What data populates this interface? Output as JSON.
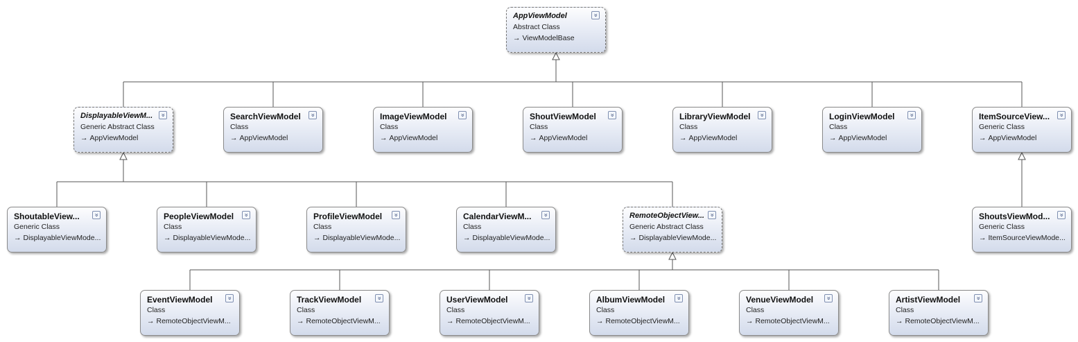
{
  "classes": [
    {
      "id": "app",
      "name": "AppViewModel",
      "kind": "Abstract Class",
      "base": "ViewModelBase",
      "abstract": true,
      "toggle_icon": "chevron-double-down-icon"
    },
    {
      "id": "disp",
      "name": "DisplayableViewM...",
      "kind": "Generic Abstract Class",
      "base": "AppViewModel",
      "abstract": true,
      "toggle_icon": "chevron-double-down-icon"
    },
    {
      "id": "search",
      "name": "SearchViewModel",
      "kind": "Class",
      "base": "AppViewModel",
      "abstract": false,
      "toggle_icon": "chevron-double-down-icon"
    },
    {
      "id": "image",
      "name": "ImageViewModel",
      "kind": "Class",
      "base": "AppViewModel",
      "abstract": false,
      "toggle_icon": "chevron-double-down-icon"
    },
    {
      "id": "shout",
      "name": "ShoutViewModel",
      "kind": "Class",
      "base": "AppViewModel",
      "abstract": false,
      "toggle_icon": "chevron-double-down-icon"
    },
    {
      "id": "library",
      "name": "LibraryViewModel",
      "kind": "Class",
      "base": "AppViewModel",
      "abstract": false,
      "toggle_icon": "chevron-double-down-icon"
    },
    {
      "id": "login",
      "name": "LoginViewModel",
      "kind": "Class",
      "base": "AppViewModel",
      "abstract": false,
      "toggle_icon": "chevron-double-down-icon"
    },
    {
      "id": "itemsrc",
      "name": "ItemSourceView...",
      "kind": "Generic Class",
      "base": "AppViewModel",
      "abstract": false,
      "toggle_icon": "chevron-double-down-icon"
    },
    {
      "id": "shoutable",
      "name": "ShoutableView...",
      "kind": "Generic Class",
      "base": "DisplayableViewMode...",
      "abstract": false,
      "toggle_icon": "chevron-double-down-icon"
    },
    {
      "id": "people",
      "name": "PeopleViewModel",
      "kind": "Class",
      "base": "DisplayableViewMode...",
      "abstract": false,
      "toggle_icon": "chevron-double-down-icon"
    },
    {
      "id": "profile",
      "name": "ProfileViewModel",
      "kind": "Class",
      "base": "DisplayableViewMode...",
      "abstract": false,
      "toggle_icon": "chevron-double-down-icon"
    },
    {
      "id": "calendar",
      "name": "CalendarViewM...",
      "kind": "Class",
      "base": "DisplayableViewMode...",
      "abstract": false,
      "toggle_icon": "chevron-double-down-icon"
    },
    {
      "id": "remote",
      "name": "RemoteObjectView...",
      "kind": "Generic Abstract Class",
      "base": "DisplayableViewMode...",
      "abstract": true,
      "toggle_icon": "chevron-double-down-icon"
    },
    {
      "id": "shouts",
      "name": "ShoutsViewMod...",
      "kind": "Generic Class",
      "base": "ItemSourceViewMode...",
      "abstract": false,
      "toggle_icon": "chevron-double-down-icon"
    },
    {
      "id": "event",
      "name": "EventViewModel",
      "kind": "Class",
      "base": "RemoteObjectViewM...",
      "abstract": false,
      "toggle_icon": "chevron-double-down-icon"
    },
    {
      "id": "track",
      "name": "TrackViewModel",
      "kind": "Class",
      "base": "RemoteObjectViewM...",
      "abstract": false,
      "toggle_icon": "chevron-double-down-icon"
    },
    {
      "id": "user",
      "name": "UserViewModel",
      "kind": "Class",
      "base": "RemoteObjectViewM...",
      "abstract": false,
      "toggle_icon": "chevron-double-down-icon"
    },
    {
      "id": "album",
      "name": "AlbumViewModel",
      "kind": "Class",
      "base": "RemoteObjectViewM...",
      "abstract": false,
      "toggle_icon": "chevron-double-down-icon"
    },
    {
      "id": "venue",
      "name": "VenueViewModel",
      "kind": "Class",
      "base": "RemoteObjectViewM...",
      "abstract": false,
      "toggle_icon": "chevron-double-down-icon"
    },
    {
      "id": "artist",
      "name": "ArtistViewModel",
      "kind": "Class",
      "base": "RemoteObjectViewM...",
      "abstract": false,
      "toggle_icon": "chevron-double-down-icon"
    }
  ],
  "inheritance": [
    {
      "parent": "app",
      "children": [
        "disp",
        "search",
        "image",
        "shout",
        "library",
        "login",
        "itemsrc"
      ]
    },
    {
      "parent": "disp",
      "children": [
        "shoutable",
        "people",
        "profile",
        "calendar",
        "remote"
      ]
    },
    {
      "parent": "itemsrc",
      "children": [
        "shouts"
      ]
    },
    {
      "parent": "remote",
      "children": [
        "event",
        "track",
        "user",
        "album",
        "venue",
        "artist"
      ]
    }
  ],
  "colors": {
    "connector": "#555555",
    "box_border": "#8a8a8a"
  }
}
